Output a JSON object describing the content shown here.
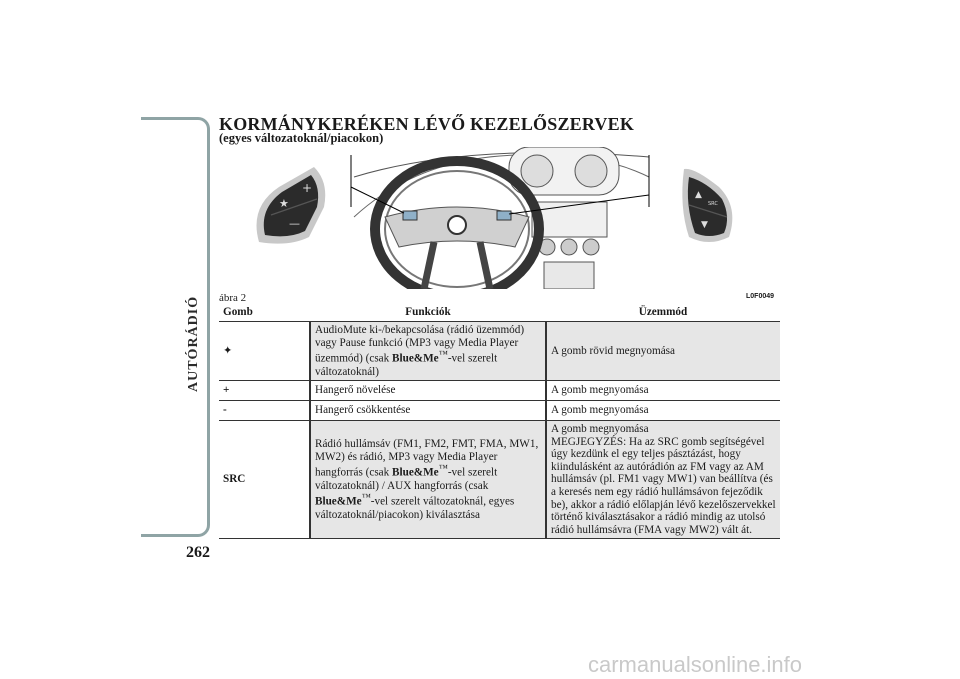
{
  "sidebar": {
    "section_label": "AUTÓRÁDIÓ",
    "page_number": "262"
  },
  "header": {
    "title": "KORMÁNYKERÉKEN LÉVŐ KEZELŐSZERVEK",
    "subtitle": "(egyes változatoknál/piacokon)"
  },
  "figure": {
    "label": "ábra 2",
    "code": "L0F0049",
    "left_button_labels": [
      "★",
      "+",
      "—"
    ],
    "right_button_labels": [
      "▲",
      "SRC",
      "▼"
    ]
  },
  "table": {
    "headers": [
      "Gomb",
      "Funkciók",
      "Üzemmód"
    ],
    "rows": [
      {
        "button": "mute-star-symbol",
        "button_text": "✦",
        "function_parts": [
          "AudioMute ki-/bekapcsolása (rádió üzemmód) vagy Pause funkció (MP3 vagy Media Player üzemmód) (csak ",
          "Blue&Me",
          "™",
          "-vel szerelt változatoknál)"
        ],
        "mode": "A gomb rövid megnyomása"
      },
      {
        "button_text": "+",
        "function": "Hangerő növelése",
        "mode": "A gomb megnyomása"
      },
      {
        "button_text": "-",
        "function": "Hangerő csökkentése",
        "mode": "A gomb megnyomása"
      },
      {
        "button_text": "SRC",
        "function_parts": [
          "Rádió hullámsáv (FM1, FM2, FMT, FMA, MW1, MW2) és rádió, MP3 vagy Media Player hangforrás (csak ",
          "Blue&Me",
          "™",
          "-vel szerelt változatoknál) / AUX hangforrás (csak ",
          "Blue&Me",
          "™",
          "-vel szerelt változatoknál, egyes változatoknál/piacokon) kiválasztása"
        ],
        "mode_lines": [
          "A gomb megnyomása",
          "MEGJEGYZÉS: Ha az SRC gomb segítségével úgy kezdünk el egy teljes pásztázást, hogy kiindulásként az autórádión az FM vagy az AM hullámsáv (pl. FM1 vagy MW1) van beállítva (és a keresés nem egy rádió hullámsávon fejeződik be), akkor a rádió előlapján lévő kezelőszervekkel történő kiválasztásakor a rádió mindig az utolsó rádió hullámsávra (FMA vagy MW2) vált át."
        ]
      }
    ]
  },
  "watermark": "carmanualsonline.info"
}
